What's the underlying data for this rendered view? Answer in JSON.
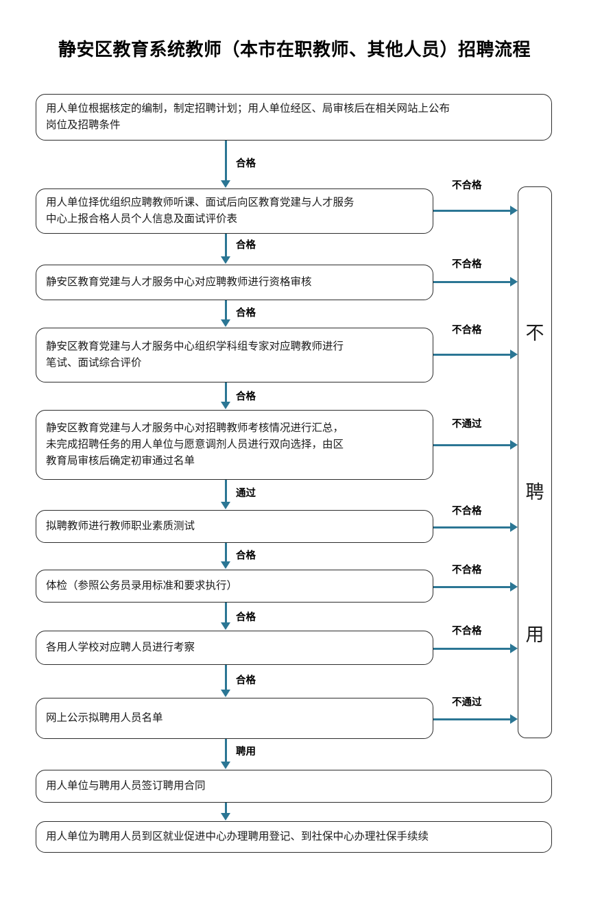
{
  "document": {
    "title": "静安区教育系统教师（本市在职教师、其他人员）招聘流程"
  },
  "colors": {
    "arrow": "#2b7694",
    "box_border": "#2b2b2b",
    "text": "#1a1a1a",
    "background": "#ffffff"
  },
  "reject_box": {
    "label": "不聘用",
    "chars": [
      "不",
      "聘",
      "用"
    ]
  },
  "steps": [
    {
      "id": "step-1",
      "text": "用人单位根据核定的编制，制定招聘计划；用人单位经区、局审核后在相关网站上公布\n岗位及招聘条件"
    },
    {
      "id": "step-2",
      "text": "用人单位择优组织应聘教师听课、面试后向区教育党建与人才服务\n中心上报合格人员个人信息及面试评价表"
    },
    {
      "id": "step-3",
      "text": "静安区教育党建与人才服务中心对应聘教师进行资格审核"
    },
    {
      "id": "step-4",
      "text": "静安区教育党建与人才服务中心组织学科组专家对应聘教师进行\n笔试、面试综合评价"
    },
    {
      "id": "step-5",
      "text": "静安区教育党建与人才服务中心对招聘教师考核情况进行汇总，\n未完成招聘任务的用人单位与愿意调剂人员进行双向选择，由区\n教育局审核后确定初审通过名单"
    },
    {
      "id": "step-6",
      "text": "拟聘教师进行教师职业素质测试"
    },
    {
      "id": "step-7",
      "text": "体检（参照公务员录用标准和要求执行）"
    },
    {
      "id": "step-8",
      "text": "各用人学校对应聘人员进行考察"
    },
    {
      "id": "step-9",
      "text": "网上公示拟聘用人员名单"
    },
    {
      "id": "step-10",
      "text": "用人单位与聘用人员签订聘用合同"
    },
    {
      "id": "step-11",
      "text": "用人单位为聘用人员到区就业促进中心办理聘用登记、到社保中心办理社保手续续"
    }
  ],
  "pass_labels": [
    {
      "id": "pass-1",
      "text": "合格"
    },
    {
      "id": "pass-2",
      "text": "合格"
    },
    {
      "id": "pass-3",
      "text": "合格"
    },
    {
      "id": "pass-4",
      "text": "合格"
    },
    {
      "id": "pass-5",
      "text": "通过"
    },
    {
      "id": "pass-6",
      "text": "合格"
    },
    {
      "id": "pass-7",
      "text": "合格"
    },
    {
      "id": "pass-8",
      "text": "合格"
    },
    {
      "id": "pass-9",
      "text": "聘用"
    }
  ],
  "reject_labels": [
    {
      "id": "reject-1",
      "text": "不合格"
    },
    {
      "id": "reject-2",
      "text": "不合格"
    },
    {
      "id": "reject-3",
      "text": "不合格"
    },
    {
      "id": "reject-4",
      "text": "不通过"
    },
    {
      "id": "reject-5",
      "text": "不合格"
    },
    {
      "id": "reject-6",
      "text": "不合格"
    },
    {
      "id": "reject-7",
      "text": "不合格"
    },
    {
      "id": "reject-8",
      "text": "不通过"
    }
  ]
}
